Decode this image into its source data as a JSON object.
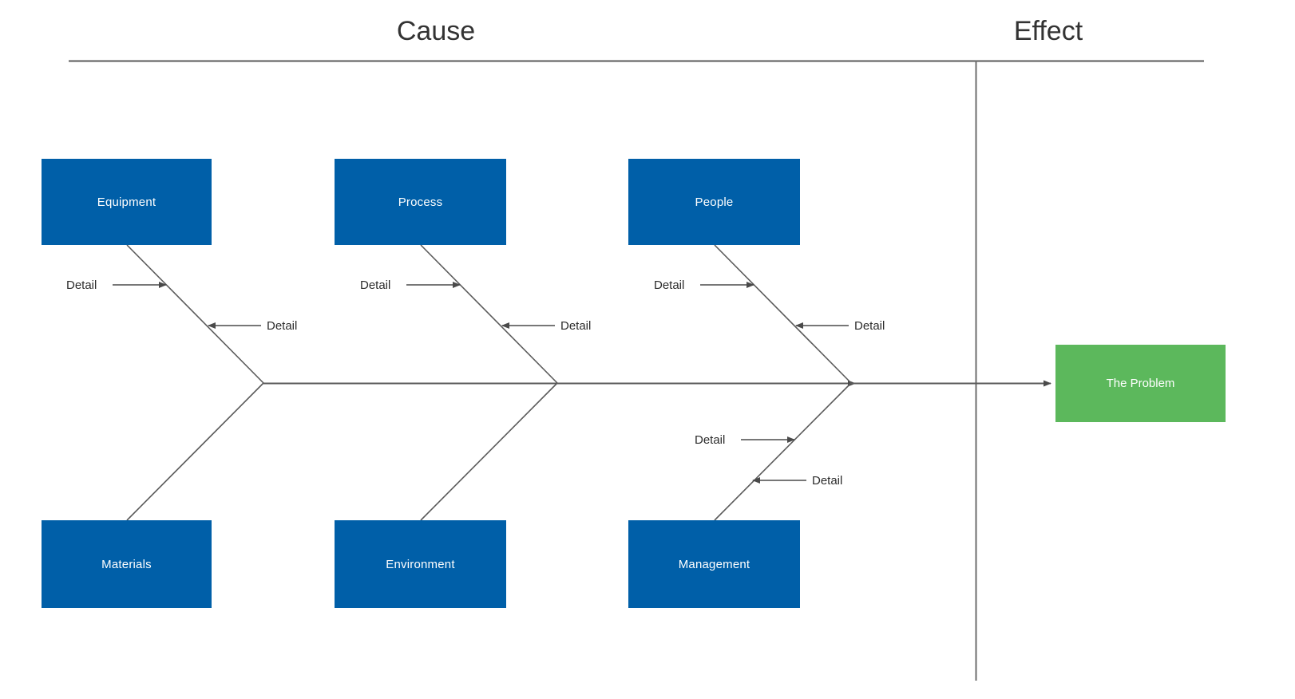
{
  "diagram": {
    "type": "fishbone-ishikawa-cause-and-effect",
    "headers": {
      "cause_label": "Cause",
      "effect_label": "Effect"
    },
    "colors": {
      "category_box_fill": "#005FA8",
      "effect_box_fill": "#5CB85C",
      "line_color": "#5A5A5A",
      "header_text": "#333333",
      "label_text": "#2b2b2b",
      "box_text": "#FFFFFF",
      "background": "#FFFFFF"
    },
    "effect": {
      "label": "The Problem"
    },
    "categories": [
      {
        "id": "equipment",
        "label": "Equipment",
        "position": "top",
        "column": 1
      },
      {
        "id": "process",
        "label": "Process",
        "position": "top",
        "column": 2
      },
      {
        "id": "people",
        "label": "People",
        "position": "top",
        "column": 3
      },
      {
        "id": "materials",
        "label": "Materials",
        "position": "bottom",
        "column": 1
      },
      {
        "id": "environment",
        "label": "Environment",
        "position": "bottom",
        "column": 2
      },
      {
        "id": "management",
        "label": "Management",
        "position": "bottom",
        "column": 3
      }
    ],
    "details": [
      {
        "id": "equipment-detail-1",
        "label": "Detail",
        "branch": "equipment",
        "side": "left"
      },
      {
        "id": "equipment-detail-2",
        "label": "Detail",
        "branch": "equipment",
        "side": "right"
      },
      {
        "id": "process-detail-1",
        "label": "Detail",
        "branch": "process",
        "side": "left"
      },
      {
        "id": "process-detail-2",
        "label": "Detail",
        "branch": "process",
        "side": "right"
      },
      {
        "id": "people-detail-1",
        "label": "Detail",
        "branch": "people",
        "side": "left"
      },
      {
        "id": "people-detail-2",
        "label": "Detail",
        "branch": "people",
        "side": "right"
      },
      {
        "id": "management-detail-1",
        "label": "Detail",
        "branch": "management",
        "side": "left"
      },
      {
        "id": "management-detail-2",
        "label": "Detail",
        "branch": "management",
        "side": "right"
      }
    ]
  }
}
